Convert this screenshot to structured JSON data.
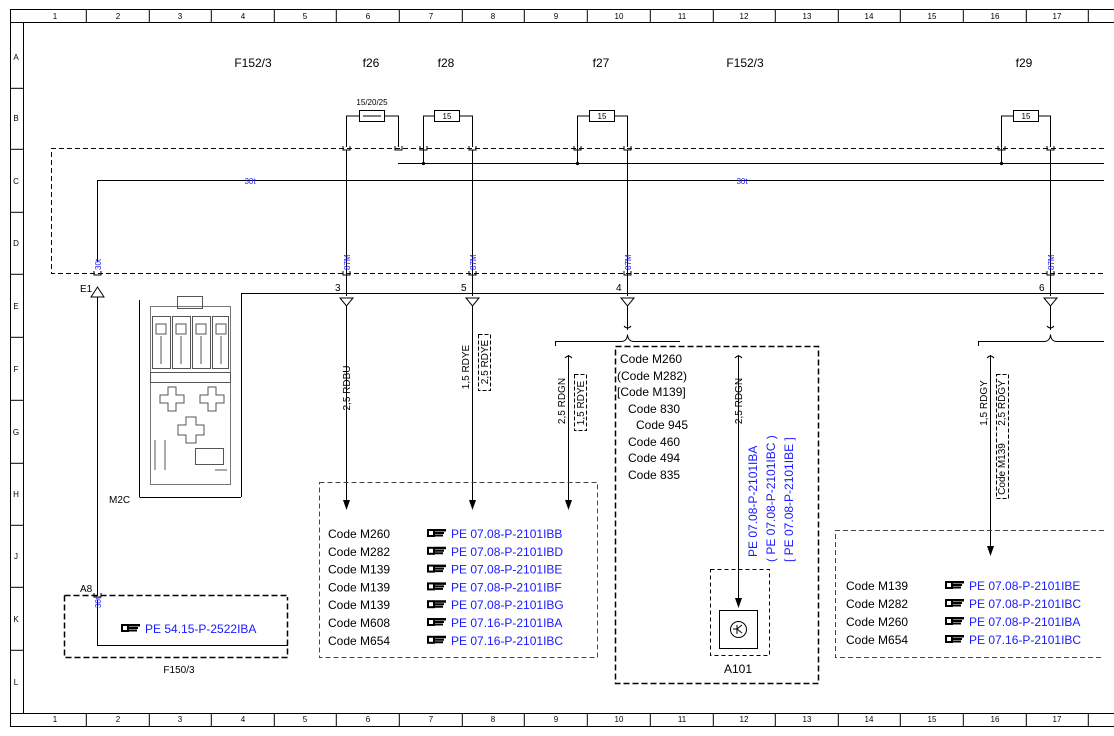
{
  "ruler": {
    "columns": [
      "1",
      "2",
      "3",
      "4",
      "5",
      "6",
      "7",
      "8",
      "9",
      "10",
      "11",
      "12",
      "13",
      "14",
      "15",
      "16",
      "17"
    ],
    "rows": [
      "A",
      "B",
      "C",
      "D",
      "E",
      "F",
      "G",
      "H",
      "J",
      "K",
      "L"
    ]
  },
  "header_labels": {
    "f152_left": "F152/3",
    "f26": "f26",
    "f28": "f28",
    "f27": "f27",
    "f152_right": "F152/3",
    "f29": "f29"
  },
  "fuses": {
    "f26_rating": "15/20/25",
    "f28_rating": "15",
    "f27_rating": "15",
    "f29_rating": "15"
  },
  "bus": {
    "label_30t_left": "30t",
    "label_30t_right": "30t"
  },
  "pins": {
    "e1": "E1",
    "e1_term": "30t",
    "p3": "3",
    "p3_term": "87M",
    "p5": "5",
    "p5_term": "87M",
    "p4": "4",
    "p4_term": "87M",
    "p6": "6",
    "p6_term": "87M",
    "a8": "A8",
    "a8_term": "30t"
  },
  "wires": {
    "w_rdbu": "2,5 RDBU",
    "w_rdye_a": "1,5 RDYE",
    "w_rdye_b": "2,5 RDYE",
    "w_rdgn_a": "2,5 RDGN",
    "w_rdye_c": "1,5 RDYE",
    "w_rdgn_b": "2,5 RDGN",
    "w_rdgy_a": "1,5 RDGY",
    "w_rdgy_b": "2,5 RDGY",
    "w_code_m139": "Code M139"
  },
  "components": {
    "m2c": "M2C",
    "f150": "F150/3",
    "a101": "A101"
  },
  "f150_ref": {
    "icon": "pointing-hand-icon",
    "link": "PE 54.15-P-2522IBA"
  },
  "middle_box": {
    "codes": [
      "Code M260",
      "(Code M282)",
      "[Code M139]",
      "Code 830",
      "Code 945",
      "Code 460",
      "Code 494",
      "Code 835"
    ],
    "refs": [
      "PE 07.08-P-2101IBA",
      "( PE 07.08-P-2101IBC )",
      "[ PE 07.08-P-2101IBE ]"
    ]
  },
  "left_box": {
    "rows": [
      {
        "code": "Code M260",
        "icon": "pointing-hand-icon",
        "link": "PE 07.08-P-2101IBB"
      },
      {
        "code": "Code M282",
        "icon": "pointing-hand-icon",
        "link": "PE 07.08-P-2101IBD"
      },
      {
        "code": "Code M139",
        "icon": "pointing-hand-icon",
        "link": "PE 07.08-P-2101IBE"
      },
      {
        "code": "Code M139",
        "icon": "pointing-hand-icon",
        "link": "PE 07.08-P-2101IBF"
      },
      {
        "code": "Code M139",
        "icon": "pointing-hand-icon",
        "link": "PE 07.08-P-2101IBG"
      },
      {
        "code": "Code M608",
        "icon": "pointing-hand-icon",
        "link": "PE 07.16-P-2101IBA"
      },
      {
        "code": "Code M654",
        "icon": "pointing-hand-icon",
        "link": "PE 07.16-P-2101IBC"
      }
    ]
  },
  "right_box": {
    "rows": [
      {
        "code": "Code M139",
        "icon": "pointing-hand-icon",
        "link": "PE 07.08-P-2101IBE"
      },
      {
        "code": "Code M282",
        "icon": "pointing-hand-icon",
        "link": "PE 07.08-P-2101IBC"
      },
      {
        "code": "Code M260",
        "icon": "pointing-hand-icon",
        "link": "PE 07.08-P-2101IBA"
      },
      {
        "code": "Code M654",
        "icon": "pointing-hand-icon",
        "link": "PE 07.16-P-2101IBC"
      }
    ]
  }
}
